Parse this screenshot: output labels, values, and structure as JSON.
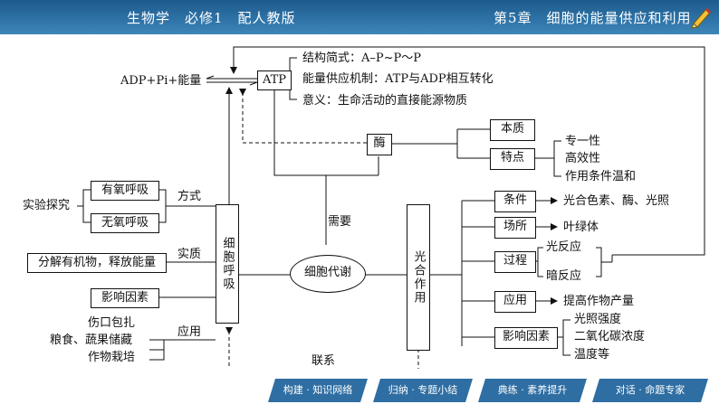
{
  "header": {
    "left": "生物学　必修1　配人教版",
    "right": "第5章　细胞的能量供应和利用"
  },
  "diagram": {
    "adp": "ADP+Pi+能量",
    "atp": "ATP",
    "atp_struct": "结构简式：A–P~P～P",
    "atp_mech": "能量供应机制：ATP与ADP相互转化",
    "atp_meaning": "意义：生命活动的直接能源物质",
    "enzyme": "酶",
    "essence": "本质",
    "traits": "特点",
    "trait_items": [
      "专一性",
      "高效性",
      "作用条件温和"
    ],
    "need": "需要",
    "center": "细胞代谢",
    "resp": "细胞呼吸",
    "photo": "光合作用",
    "experiment": "实验探究",
    "aerobic": "有氧呼吸",
    "anaerobic": "无氧呼吸",
    "method": "方式",
    "substance": "实质",
    "decompose": "分解有机物，释放能量",
    "factors_left": "影响因素",
    "apply_label": "应用",
    "apply_left": [
      "伤口包扎",
      "粮食、蔬果储藏",
      "作物栽培"
    ],
    "conditions": "条件",
    "conditions_val": "光合色素、酶、光照",
    "place": "场所",
    "place_val": "叶绿体",
    "process": "过程",
    "light_rxn": "光反应",
    "dark_rxn": "暗反应",
    "apply_right": "应用",
    "apply_right_val": "提高作物产量",
    "factors_right": "影响因素",
    "factor_items": [
      "光照强度",
      "二氧化碳浓度",
      "温度等"
    ],
    "link": "联系"
  },
  "footer": {
    "tabs": [
      "构建 · 知识网络",
      "归纳 · 专题小结",
      "典练 · 素养提升",
      "对话 · 命题专家"
    ]
  }
}
